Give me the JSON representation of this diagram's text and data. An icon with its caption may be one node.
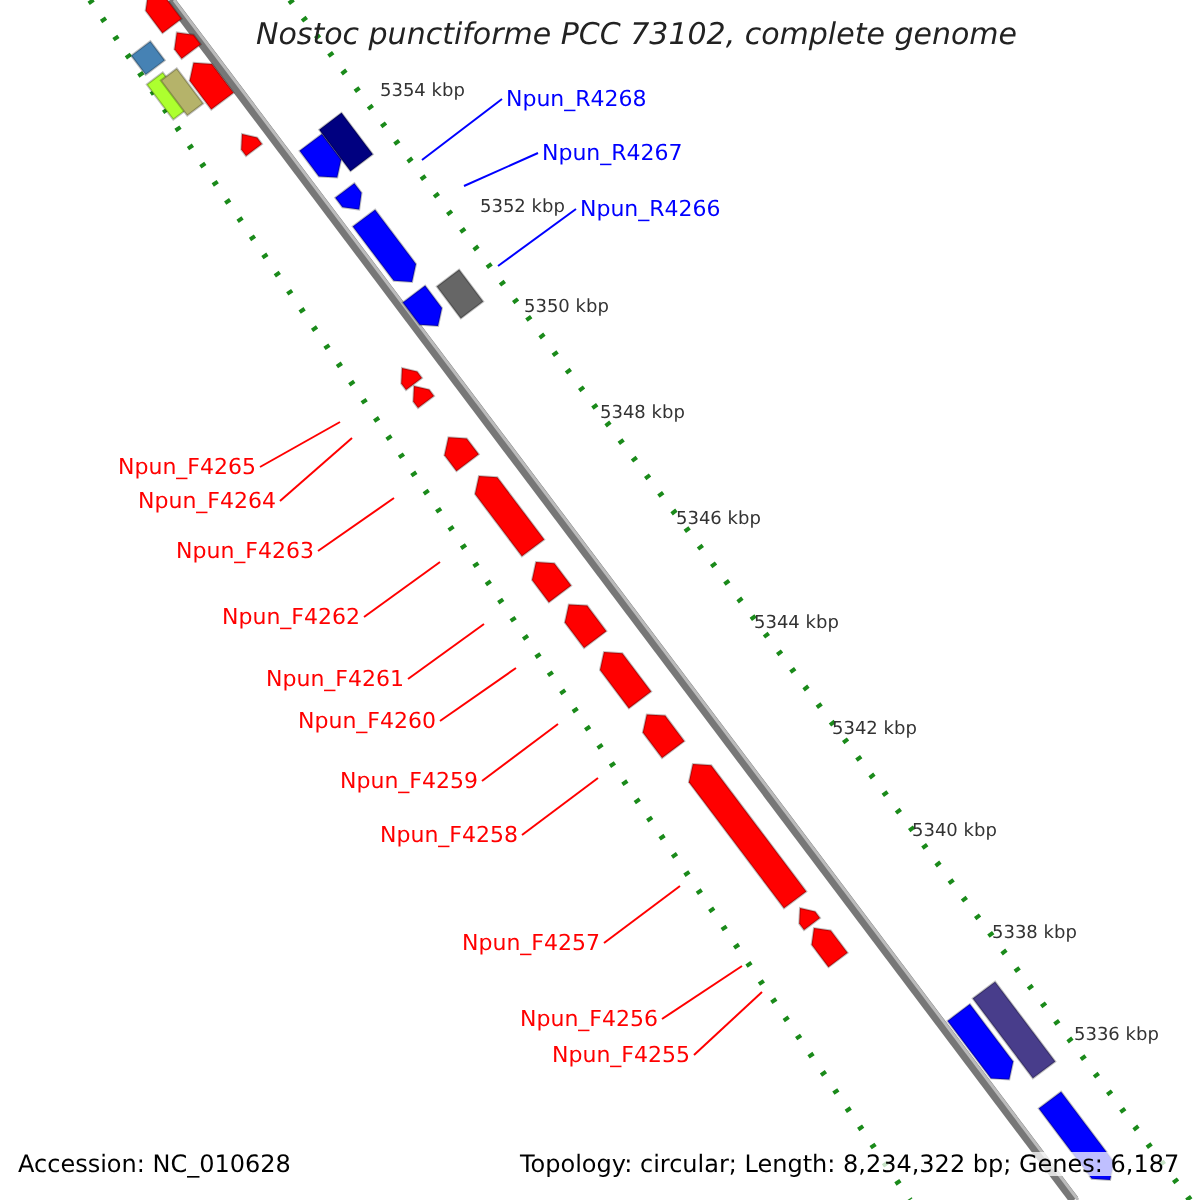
{
  "diagram": {
    "title": "Nostoc punctiforme PCC 73102, complete genome",
    "nodes": [
      {
        "text": [
          "Npun_R4268"
        ]
      },
      {
        "text": [
          "Npun_R4267"
        ]
      },
      {
        "text": [
          "Npun_R4266"
        ]
      },
      {
        "text": [
          "Npun_F4265"
        ]
      },
      {
        "text": [
          "Npun_F4264"
        ]
      },
      {
        "text": [
          "Npun_F4263"
        ]
      },
      {
        "text": [
          "Npun_F4262"
        ]
      },
      {
        "text": [
          "Npun_F4261"
        ]
      },
      {
        "text": [
          "Npun_F4260"
        ]
      },
      {
        "text": [
          "Npun_F4259"
        ]
      },
      {
        "text": [
          "Npun_F4258"
        ]
      },
      {
        "text": [
          "Npun_F4257"
        ]
      },
      {
        "text": [
          "Npun_F4256"
        ]
      },
      {
        "text": [
          "Npun_F4255"
        ]
      }
    ],
    "edges": [
      {
        "from": 0,
        "to": null,
        "arrow": "none",
        "color": "#0000ff"
      },
      {
        "from": 1,
        "to": null,
        "arrow": "none",
        "color": "#0000ff"
      },
      {
        "from": 2,
        "to": null,
        "arrow": "none",
        "color": "#0000ff"
      },
      {
        "from": 3,
        "to": null,
        "arrow": "none"
      },
      {
        "from": 4,
        "to": null,
        "arrow": "none"
      },
      {
        "from": 5,
        "to": null,
        "arrow": "none"
      },
      {
        "from": 6,
        "to": null,
        "arrow": "none"
      },
      {
        "from": 7,
        "to": null,
        "arrow": "none"
      },
      {
        "from": 8,
        "to": null,
        "arrow": "none"
      },
      {
        "from": 9,
        "to": null,
        "arrow": "none"
      },
      {
        "from": 10,
        "to": null,
        "arrow": "none"
      },
      {
        "from": 11,
        "to": null,
        "arrow": "none"
      },
      {
        "from": 12,
        "to": null,
        "arrow": "none"
      },
      {
        "from": 13,
        "to": null,
        "arrow": "none"
      }
    ],
    "labels": [
      "5354 kbp",
      "5352 kbp",
      "5350 kbp",
      "5348 kbp",
      "5346 kbp",
      "5344 kbp",
      "5342 kbp",
      "5340 kbp",
      "5338 kbp",
      "5336 kbp",
      "Accession: NC_010628",
      "Topology: circular; Length: 8,234,322 bp; Genes: 6,187"
    ]
  }
}
